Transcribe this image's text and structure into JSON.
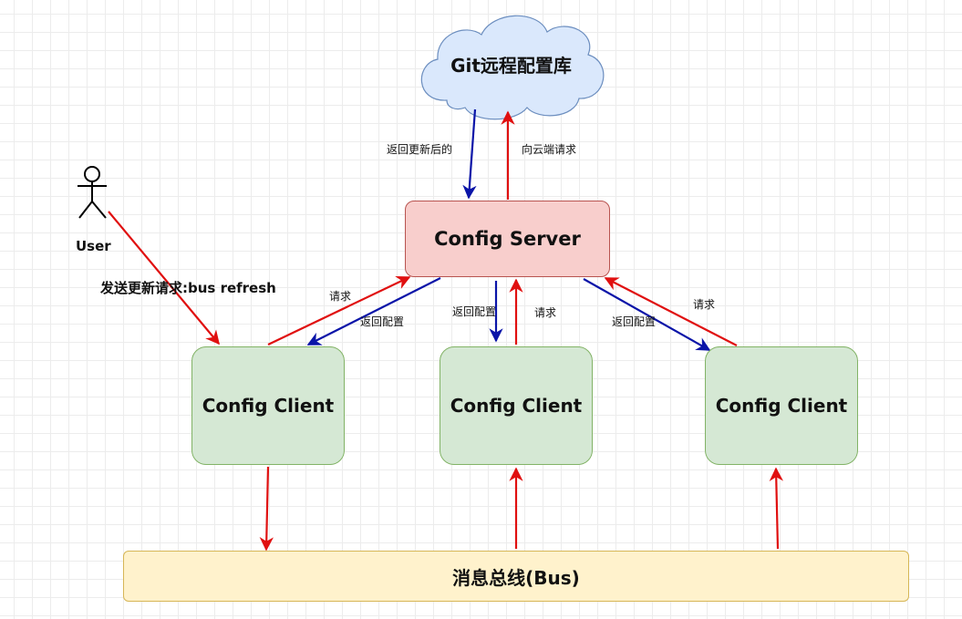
{
  "diagram": {
    "cloud_label": "Git远程配置库",
    "server_label": "Config Server",
    "clients": [
      {
        "label": "Config Client"
      },
      {
        "label": "Config Client"
      },
      {
        "label": "Config Client"
      }
    ],
    "bus_label": "消息总线(Bus)",
    "user_label": "User",
    "user_action": "发送更新请求:bus refresh",
    "edge_labels": {
      "git_return": "返回更新后的",
      "to_cloud": "向云端请求",
      "c1_request": "请求",
      "c1_return": "返回配置",
      "c2_return": "返回配置",
      "c2_request": "请求",
      "c3_return": "返回配置",
      "c3_request": "请求"
    },
    "colors": {
      "request_arrow": "#e01010",
      "return_arrow": "#0a14a8",
      "server_fill": "#f8cecc",
      "client_fill": "#d5e8d4",
      "bus_fill": "#fff2cc",
      "cloud_fill": "#dae8fc"
    }
  }
}
